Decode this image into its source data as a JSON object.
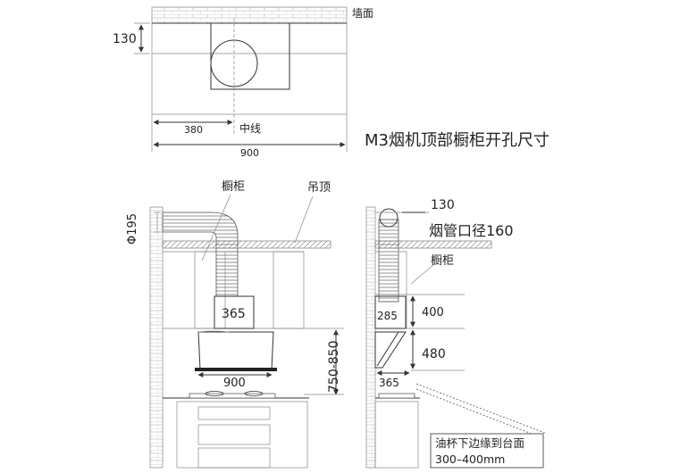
{
  "top_view": {
    "wall_label": "墙面",
    "depth": "130",
    "offset": "380",
    "center_line": "中线",
    "width": "900",
    "title": "M3烟机顶部橱柜开孔尺寸"
  },
  "front_view": {
    "cabinet_label": "橱柜",
    "ceiling_label": "吊顶",
    "duct_diameter": "Φ195",
    "motor_width": "365",
    "hood_width": "900",
    "height_range": "750-850"
  },
  "side_view": {
    "duct_offset": "130",
    "duct_spec": "烟管口径160",
    "cabinet_label": "橱柜",
    "depth": "285",
    "cabinet_height": "400",
    "hood_height": "480",
    "hood_depth": "365",
    "note_line1": "油杯下边缘到台面",
    "note_line2": "300–400mm"
  }
}
